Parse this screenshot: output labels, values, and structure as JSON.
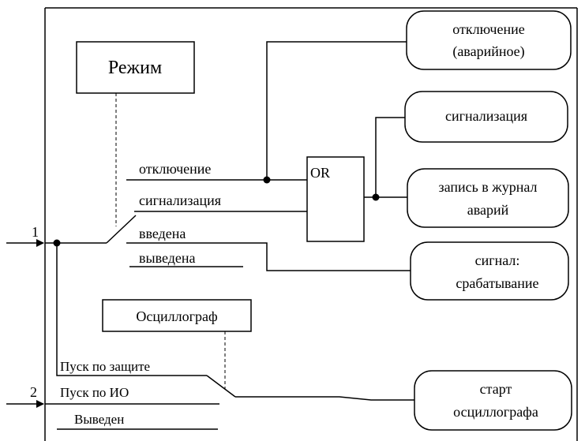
{
  "mode_block": {
    "title": "Режим"
  },
  "mode_options": {
    "off": "отключение",
    "signal": "сигнализация",
    "enabled": "введена",
    "disabled": "выведена"
  },
  "logic": {
    "or_label": "OR"
  },
  "outputs": {
    "emergency_trip_line1": "отключение",
    "emergency_trip_line2": "(аварийное)",
    "alarm": "сигнализация",
    "log_line1": "запись в журнал",
    "log_line2": "аварий",
    "trigger_line1": "сигнал:",
    "trigger_line2": "срабатывание",
    "osc_start_line1": "старт",
    "osc_start_line2": "осциллографа"
  },
  "osc_block": {
    "title": "Осциллограф"
  },
  "osc_options": {
    "by_protection": "Пуск по защите",
    "by_io": "Пуск по ИО",
    "disabled": "Выведен"
  },
  "inputs": {
    "in1": "1",
    "in2": "2"
  }
}
